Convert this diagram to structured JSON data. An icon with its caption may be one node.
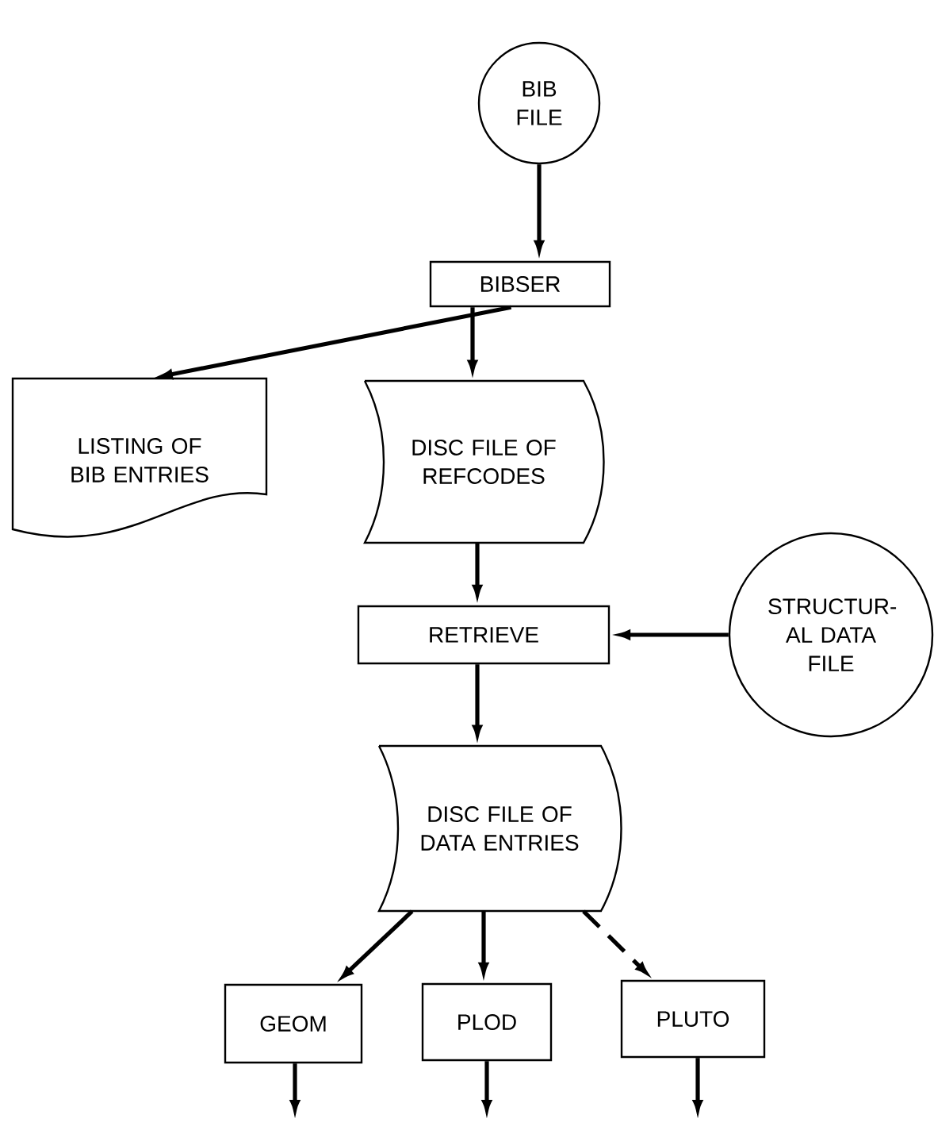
{
  "diagram": {
    "nodes": [
      {
        "text": [
          "BIB FILE"
        ]
      },
      {
        "text": [
          "BIBSER"
        ]
      },
      {
        "text": [
          "LISTING OF BIB ENTRIES"
        ]
      },
      {
        "text": [
          "DISC FILE OF REFCODES"
        ]
      },
      {
        "text": [
          "RETRIEVE"
        ]
      },
      {
        "text": [
          "STRUCTUR- AL DATA FILE"
        ]
      },
      {
        "text": [
          "DISC FILE OF DATA ENTRIES"
        ]
      },
      {
        "text": [
          "GEOM"
        ]
      },
      {
        "text": [
          "PLOD"
        ]
      },
      {
        "text": [
          "PLUTO"
        ]
      }
    ],
    "edges": [
      {
        "from": 0,
        "to": 1,
        "arrow": "to"
      },
      {
        "from": 1,
        "to": 2,
        "arrow": "to"
      },
      {
        "from": 1,
        "to": 3,
        "arrow": "to"
      },
      {
        "from": 3,
        "to": 4,
        "arrow": "to"
      },
      {
        "from": 5,
        "to": 4,
        "arrow": "to"
      },
      {
        "from": 4,
        "to": 6,
        "arrow": "to"
      },
      {
        "from": 6,
        "to": 7,
        "arrow": "to"
      },
      {
        "from": 6,
        "to": 8,
        "arrow": "to"
      },
      {
        "from": 6,
        "to": 9,
        "arrow": "to",
        "style": "dashed"
      },
      {
        "from": 7,
        "to": null,
        "arrow": "to"
      },
      {
        "from": 8,
        "to": null,
        "arrow": "to"
      },
      {
        "from": 9,
        "to": null,
        "arrow": "to"
      }
    ]
  }
}
